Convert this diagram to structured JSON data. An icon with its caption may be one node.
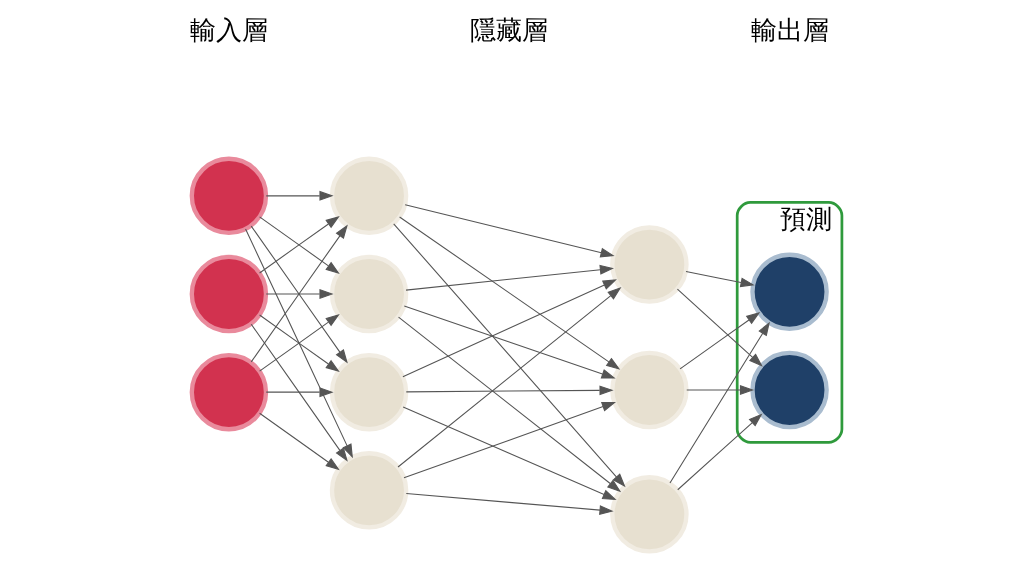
{
  "diagram": {
    "nodes": [
      {
        "text": [],
        "shape": "circle"
      },
      {
        "text": [],
        "shape": "circle"
      },
      {
        "text": [],
        "shape": "circle"
      },
      {
        "text": [],
        "shape": "circle"
      },
      {
        "text": [],
        "shape": "circle"
      },
      {
        "text": [],
        "shape": "circle"
      },
      {
        "text": [],
        "shape": "circle"
      },
      {
        "text": [],
        "shape": "circle"
      },
      {
        "text": [],
        "shape": "circle"
      },
      {
        "text": [],
        "shape": "circle"
      },
      {
        "text": [
          "預測"
        ]
      },
      {
        "text": [],
        "shape": "circle",
        "in": 10
      },
      {
        "text": [],
        "shape": "circle",
        "in": 10
      }
    ],
    "edges": [
      {
        "from": 0,
        "to": 3,
        "arrow": "to"
      },
      {
        "from": 0,
        "to": 4,
        "arrow": "to"
      },
      {
        "from": 0,
        "to": 5,
        "arrow": "to"
      },
      {
        "from": 0,
        "to": 6,
        "arrow": "to"
      },
      {
        "from": 1,
        "to": 3,
        "arrow": "to"
      },
      {
        "from": 1,
        "to": 4,
        "arrow": "to"
      },
      {
        "from": 1,
        "to": 5,
        "arrow": "to"
      },
      {
        "from": 1,
        "to": 6,
        "arrow": "to"
      },
      {
        "from": 2,
        "to": 3,
        "arrow": "to"
      },
      {
        "from": 2,
        "to": 4,
        "arrow": "to"
      },
      {
        "from": 2,
        "to": 5,
        "arrow": "to"
      },
      {
        "from": 2,
        "to": 6,
        "arrow": "to"
      },
      {
        "from": 3,
        "to": 7,
        "arrow": "to"
      },
      {
        "from": 3,
        "to": 8,
        "arrow": "to"
      },
      {
        "from": 3,
        "to": 9,
        "arrow": "to"
      },
      {
        "from": 4,
        "to": 7,
        "arrow": "to"
      },
      {
        "from": 4,
        "to": 8,
        "arrow": "to"
      },
      {
        "from": 4,
        "to": 9,
        "arrow": "to"
      },
      {
        "from": 5,
        "to": 7,
        "arrow": "to"
      },
      {
        "from": 5,
        "to": 8,
        "arrow": "to"
      },
      {
        "from": 5,
        "to": 9,
        "arrow": "to"
      },
      {
        "from": 6,
        "to": 7,
        "arrow": "to"
      },
      {
        "from": 6,
        "to": 8,
        "arrow": "to"
      },
      {
        "from": 6,
        "to": 9,
        "arrow": "to"
      },
      {
        "from": 7,
        "to": 11,
        "arrow": "to"
      },
      {
        "from": 7,
        "to": 12,
        "arrow": "to"
      },
      {
        "from": 8,
        "to": 11,
        "arrow": "to"
      },
      {
        "from": 8,
        "to": 12,
        "arrow": "to"
      },
      {
        "from": 9,
        "to": 11,
        "arrow": "to"
      },
      {
        "from": 9,
        "to": 12,
        "arrow": "to"
      }
    ],
    "labels": [
      "輸入層",
      "隱藏層",
      "輸出層"
    ]
  }
}
